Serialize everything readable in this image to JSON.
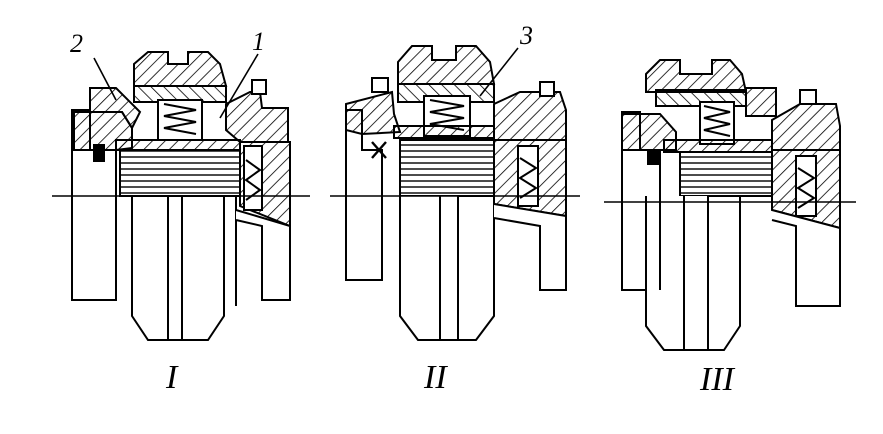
{
  "figure": {
    "views": [
      {
        "id": "I",
        "label": "I"
      },
      {
        "id": "II",
        "label": "II"
      },
      {
        "id": "III",
        "label": "III"
      }
    ],
    "callouts": [
      {
        "number": "1"
      },
      {
        "number": "2"
      },
      {
        "number": "3"
      }
    ]
  }
}
